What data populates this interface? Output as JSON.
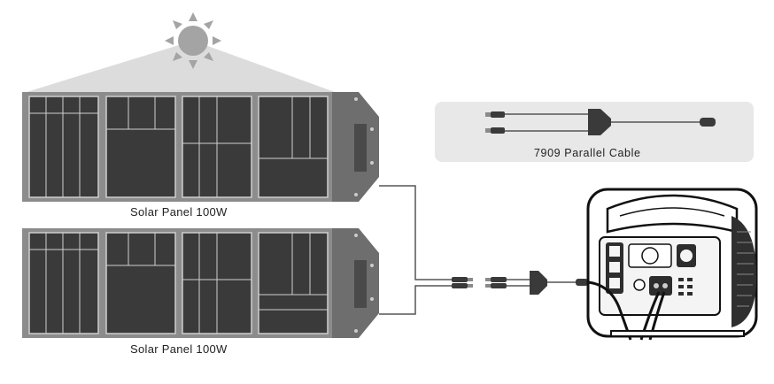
{
  "panels": [
    {
      "label": "Solar Panel 100W"
    },
    {
      "label": "Solar Panel 100W"
    }
  ],
  "parallel_cable": {
    "label": "7909 Parallel  Cable"
  },
  "icons": [
    "sun-icon",
    "solar-panel-icon",
    "parallel-cable-icon",
    "power-station-icon"
  ],
  "colors": {
    "panel_frame": "#8a8a8a",
    "cell_fill": "#3a3a3a",
    "flap_fill": "#6e6e6e",
    "light_beam": "#d9d9d9",
    "sun": "#a9a9a9",
    "cable_box": "#e9e9e9",
    "wire": "#555555"
  }
}
